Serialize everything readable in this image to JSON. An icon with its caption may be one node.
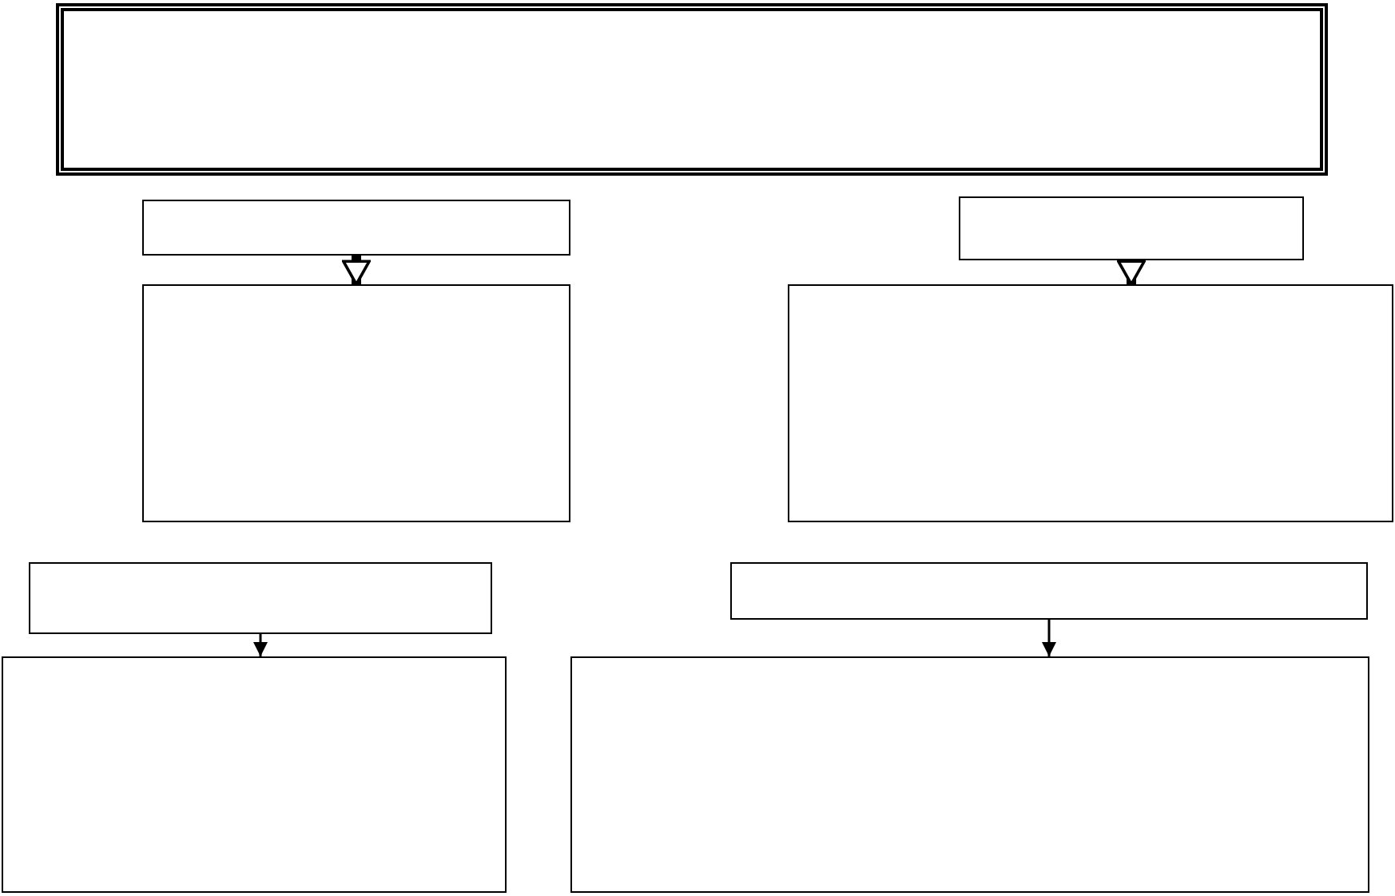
{
  "diagram": {
    "nodes": [
      {
        "text": [],
        "shape": "box"
      },
      {
        "text": [],
        "shape": "box"
      },
      {
        "text": [],
        "shape": "box"
      },
      {
        "text": [],
        "shape": "box"
      },
      {
        "text": [],
        "shape": "box"
      },
      {
        "text": [],
        "shape": "box"
      },
      {
        "text": [],
        "shape": "box"
      },
      {
        "text": [],
        "shape": "box"
      },
      {
        "text": [],
        "shape": "box"
      }
    ],
    "edges": [
      {
        "from": 1,
        "to": 2,
        "arrow": "to",
        "style": "thick"
      },
      {
        "from": 3,
        "to": 4,
        "arrow": "to",
        "style": "thick"
      },
      {
        "from": 5,
        "to": 6,
        "arrow": "to"
      },
      {
        "from": 7,
        "to": 8,
        "arrow": "to"
      }
    ]
  }
}
